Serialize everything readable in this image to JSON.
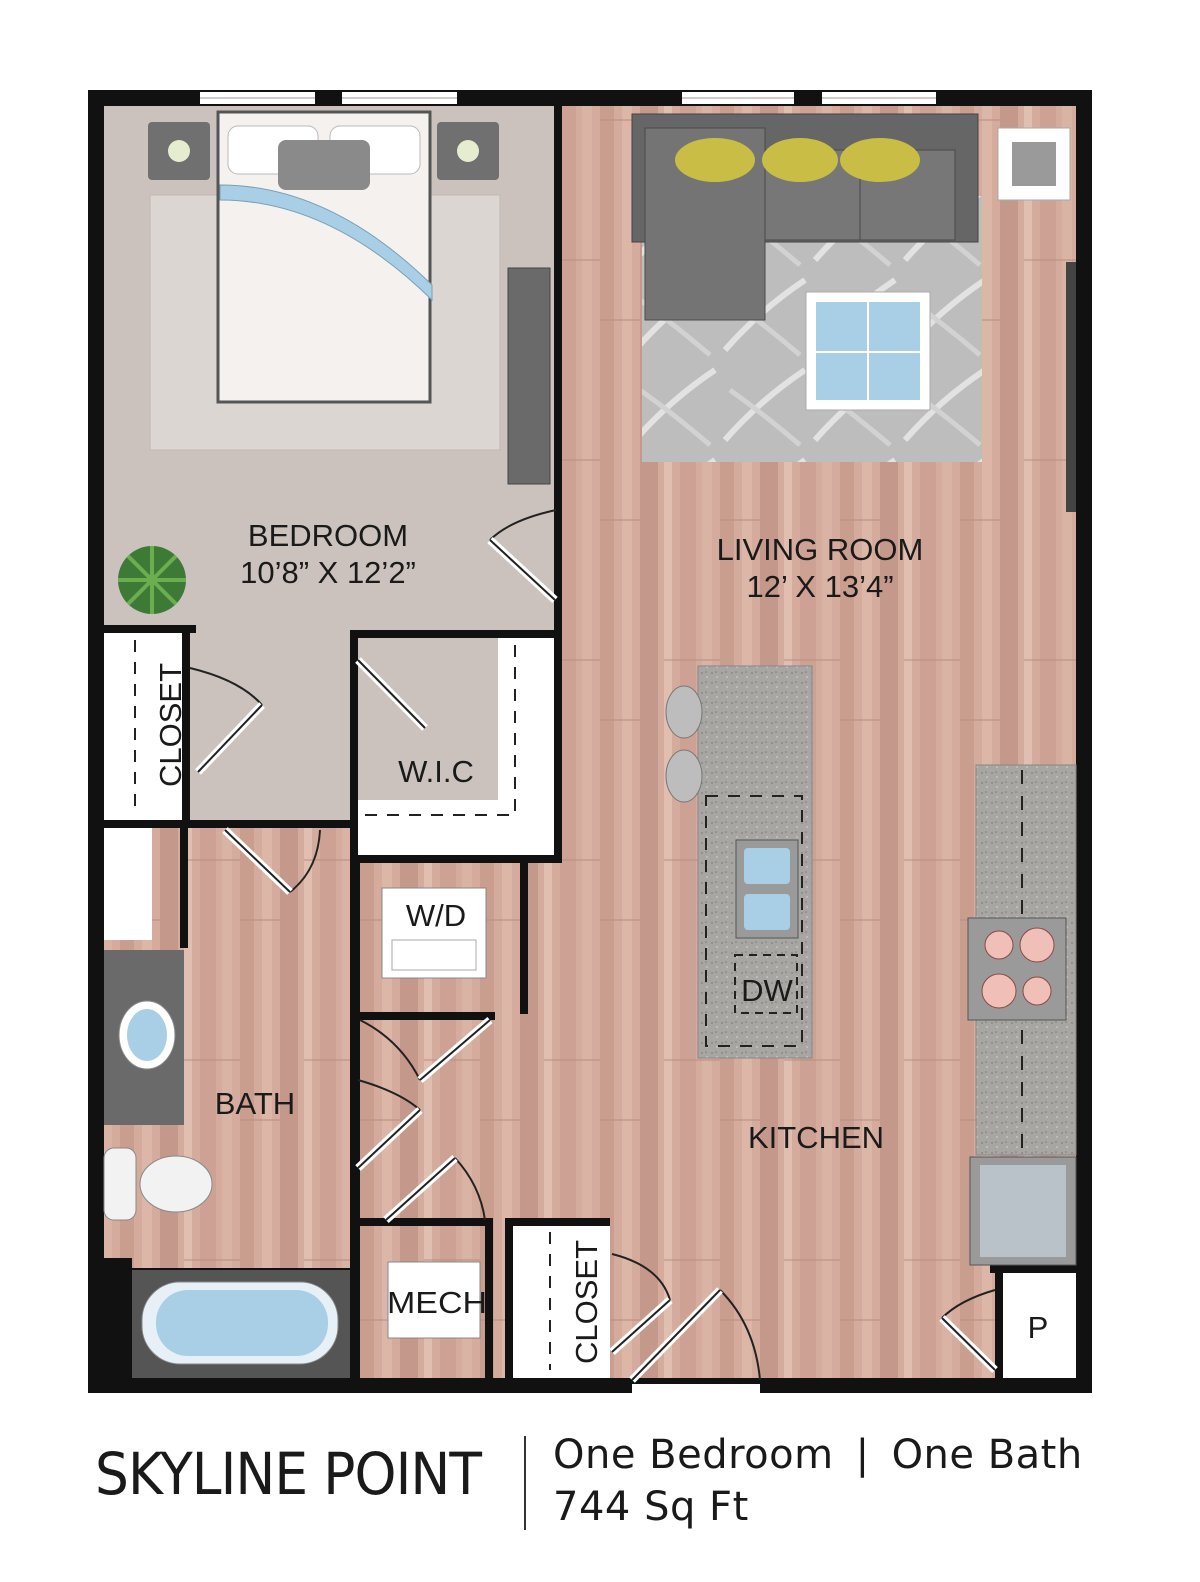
{
  "rooms": {
    "bedroom": {
      "name": "BEDROOM",
      "dims": "10’8” X 12’2”"
    },
    "living_room": {
      "name": "LIVING ROOM",
      "dims": "12’ X 13’4”"
    },
    "kitchen": {
      "name": "KITCHEN"
    },
    "bath": {
      "name": "BATH"
    },
    "closet_bedroom": {
      "name": "CLOSET"
    },
    "walk_in_closet": {
      "name": "W.I.C"
    },
    "washer_dryer": {
      "name": "W/D"
    },
    "mechanical": {
      "name": "MECH"
    },
    "closet_entry": {
      "name": "CLOSET"
    },
    "pantry": {
      "name": "P"
    },
    "dishwasher": {
      "name": "DW"
    }
  },
  "footer": {
    "property_name": "SKYLINE POINT",
    "unit_type": "One Bedroom",
    "separator": "|",
    "bath_count": "One Bath",
    "square_feet": "744 Sq Ft"
  },
  "colors": {
    "wall": "#111111",
    "bedroom_floor": "#c9c0ba",
    "wood_floor": "#d2a99a",
    "rug": "#b9b9b9",
    "sofa": "#6b6b6b",
    "pillow": "#c9bd45",
    "countertop": "#a5a29d",
    "fixture_blue": "#a9cfe6"
  },
  "icons": [
    "bed-icon",
    "nightstand-icon",
    "plant-icon",
    "sofa-icon",
    "coffee-table-icon",
    "bar-stool-icon",
    "sink-icon",
    "stove-icon",
    "refrigerator-icon",
    "toilet-icon",
    "bathtub-icon",
    "door-swing-icon",
    "window-icon"
  ]
}
